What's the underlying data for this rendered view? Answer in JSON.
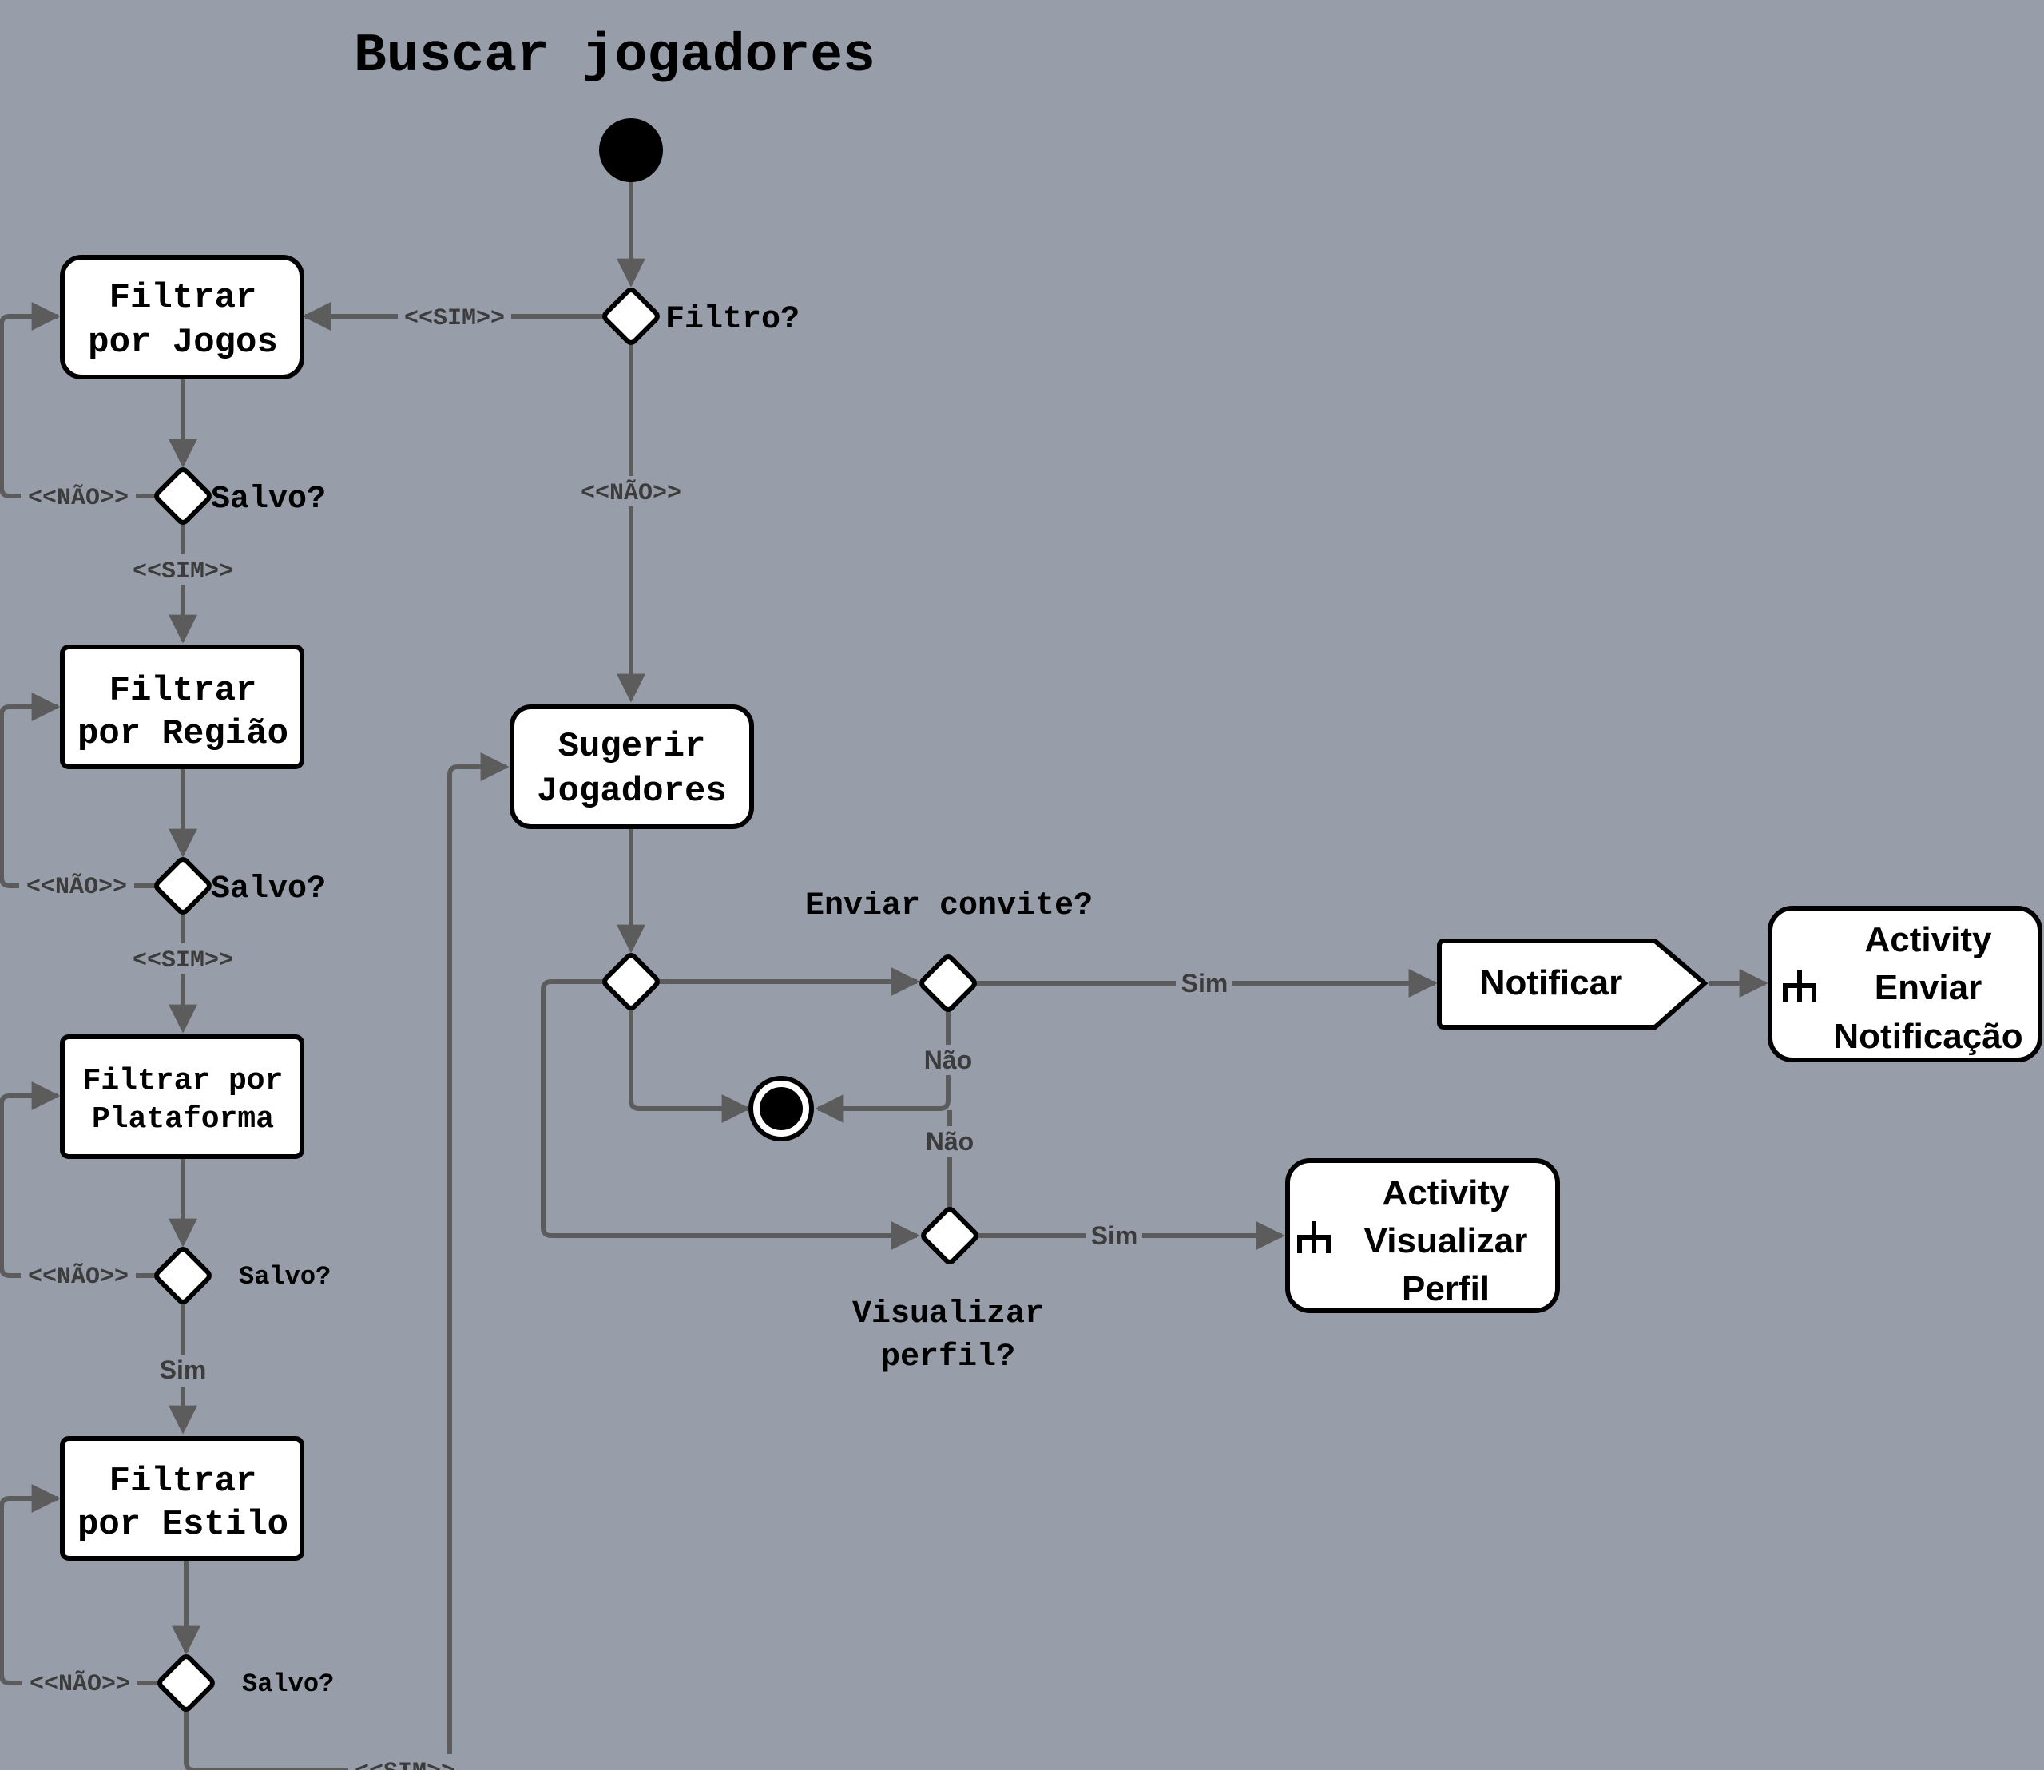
{
  "title": "Buscar jogadores",
  "nodes": {
    "filtrar_jogos": [
      "Filtrar",
      "por Jogos"
    ],
    "filtrar_regiao": [
      "Filtrar",
      "por Região"
    ],
    "filtrar_plataforma": [
      "Filtrar por",
      "Plataforma"
    ],
    "filtrar_estilo": [
      "Filtrar",
      "por Estilo"
    ],
    "sugerir": [
      "Sugerir",
      "Jogadores"
    ],
    "notificar": "Notificar",
    "activity_notificacao": [
      "Activity",
      "Enviar",
      "Notificação"
    ],
    "activity_perfil": [
      "Activity",
      "Visualizar",
      "Perfil"
    ]
  },
  "decisions": {
    "filtro": "Filtro?",
    "salvo1": "Salvo?",
    "salvo2": "Salvo?",
    "salvo3": "Salvo?",
    "salvo4": "Salvo?",
    "enviar_convite": "Enviar convite?",
    "visualizar_perfil": [
      "Visualizar",
      "perfil?"
    ]
  },
  "edge_labels": {
    "filtro_sim": "<<SIM>>",
    "filtro_nao": "<<NÃO>>",
    "salvo1_nao": "<<NÃO>>",
    "salvo1_sim": "<<SIM>>",
    "salvo2_nao": "<<NÃO>>",
    "salvo2_sim": "<<SIM>>",
    "salvo3_nao": "<<NÃO>>",
    "salvo3_sim": "Sim",
    "salvo4_nao": "<<NÃO>>",
    "salvo4_sim": "<<SIM>>",
    "convite_sim": "Sim",
    "convite_nao": "Não",
    "perfil_nao": "Não",
    "perfil_sim": "Sim"
  }
}
